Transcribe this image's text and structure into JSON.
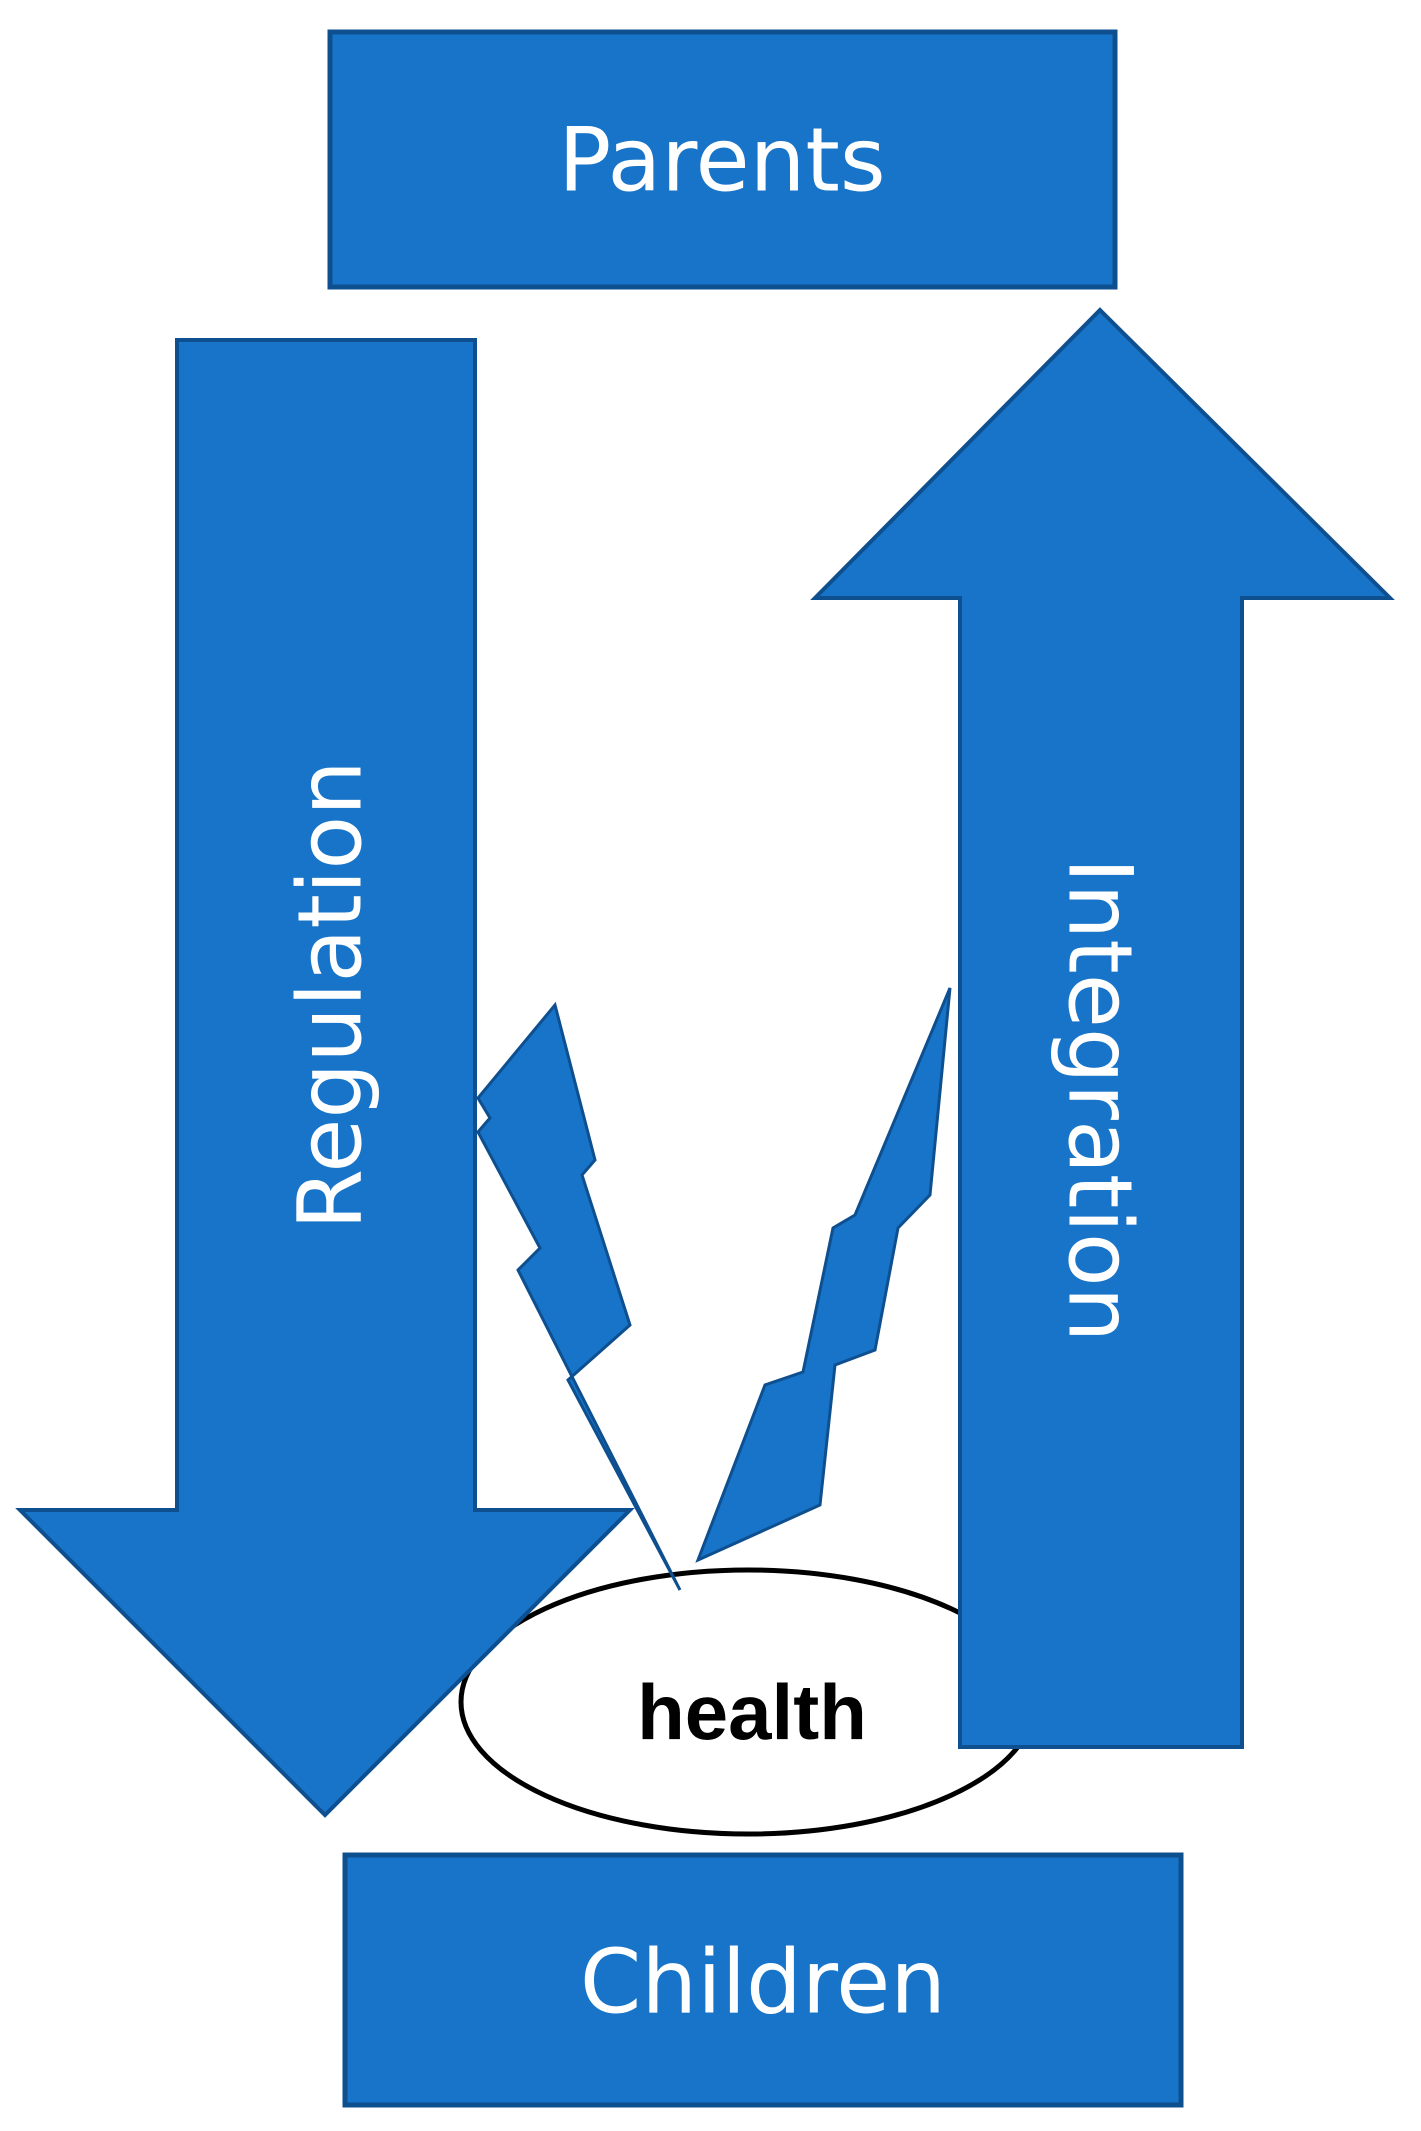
{
  "diagram": {
    "top_box": {
      "label": "Parents"
    },
    "bottom_box": {
      "label": "Children"
    },
    "left_arrow": {
      "label": "Regulation",
      "direction": "down"
    },
    "right_arrow": {
      "label": "Integration",
      "direction": "up"
    },
    "center_ellipse": {
      "label": "health"
    }
  },
  "colors": {
    "shape_fill": "#1874c8",
    "shape_stroke": "#0e4f8f",
    "ellipse_fill": "#ffffff",
    "ellipse_stroke": "#000000",
    "text_light": "#ffffff",
    "text_dark": "#000000"
  }
}
